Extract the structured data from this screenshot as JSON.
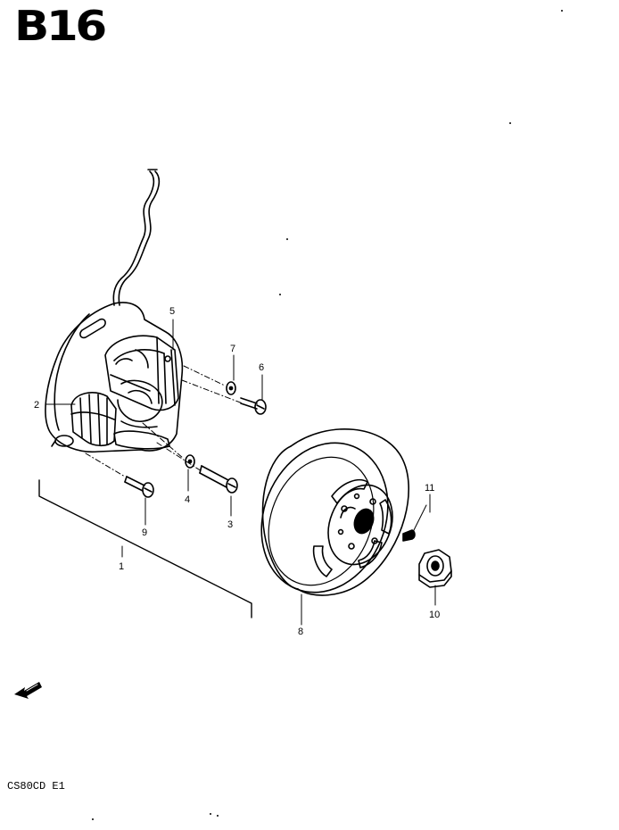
{
  "page": {
    "section_code": "B16",
    "model_code": "CS80CD E1"
  },
  "callouts": {
    "c1": "1",
    "c2": "2",
    "c3": "3",
    "c4": "4",
    "c5": "5",
    "c6": "6",
    "c7": "7",
    "c8": "8",
    "c9": "9",
    "c10": "10",
    "c11": "11"
  },
  "colors": {
    "ink": "#000000",
    "paper": "#ffffff"
  },
  "icons": {
    "front_direction": "front-arrow-icon"
  }
}
